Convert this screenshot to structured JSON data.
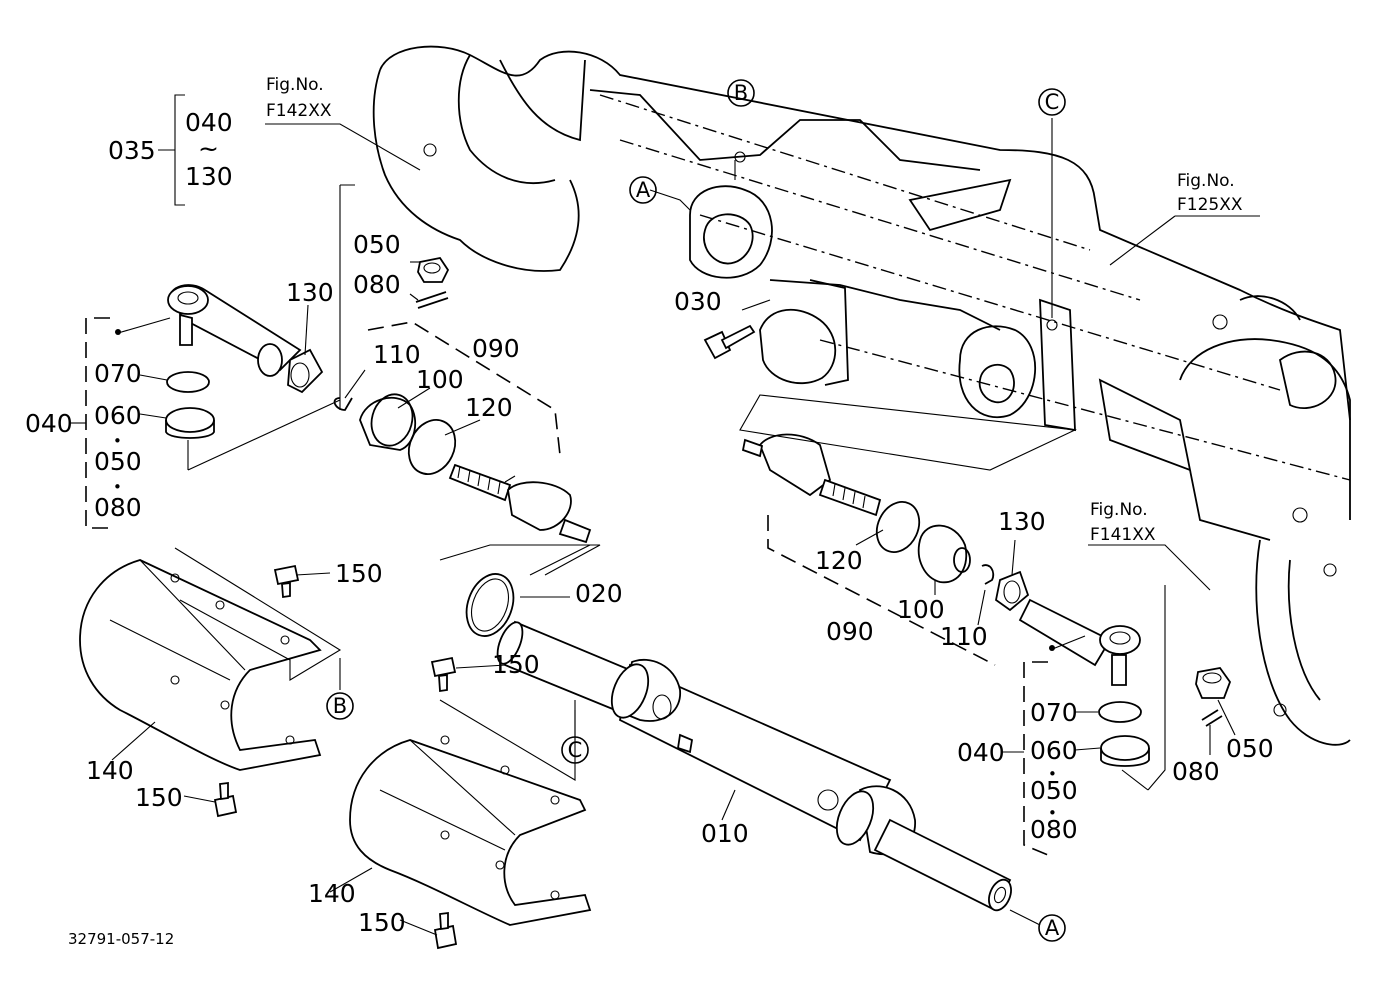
{
  "figure_number": "32791-057-12",
  "refs": {
    "fig_left": "Fig.No.",
    "fig_left_id": "F142XX",
    "fig_right": "Fig.No.",
    "fig_right_id": "F125XX",
    "fig_bottom": "Fig.No.",
    "fig_bottom_id": "F141XX"
  },
  "markers": {
    "a": "A",
    "b": "B",
    "c": "C"
  },
  "group_035": {
    "label": "035",
    "from": "040",
    "tilde": "~",
    "to": "130"
  },
  "group_040_left": {
    "label": "040",
    "items": [
      "070",
      "060",
      "050",
      "080"
    ]
  },
  "group_040_right": {
    "label": "040",
    "items": [
      "070",
      "060",
      "050",
      "080"
    ]
  },
  "dot": "•",
  "parts": {
    "p010": "010",
    "p020": "020",
    "p030": "030",
    "p050a": "050",
    "p050b": "050",
    "p080a": "080",
    "p080b": "080",
    "p090a": "090",
    "p090b": "090",
    "p100a": "100",
    "p100b": "100",
    "p110a": "110",
    "p110b": "110",
    "p120a": "120",
    "p120b": "120",
    "p130a": "130",
    "p130b": "130",
    "p140a": "140",
    "p140b": "140",
    "p150a": "150",
    "p150b": "150",
    "p150c": "150",
    "p150d": "150"
  }
}
